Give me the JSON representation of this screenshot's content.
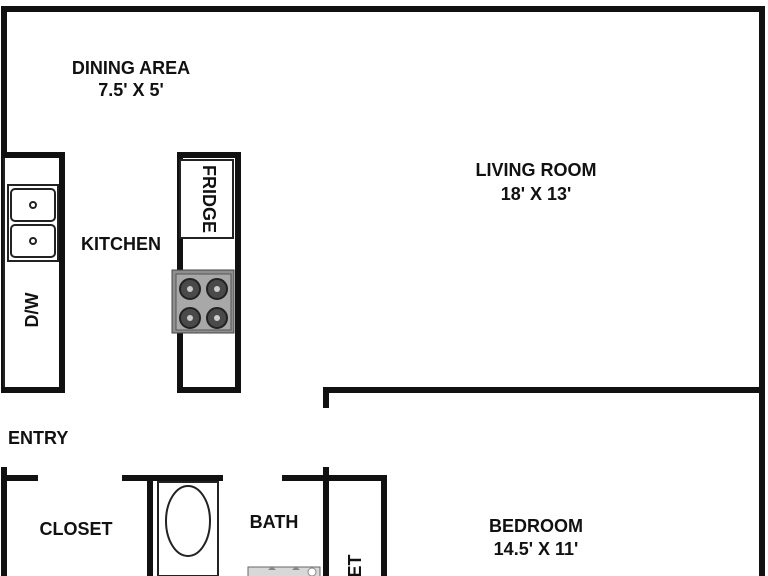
{
  "rooms": {
    "dining": {
      "name": "DINING AREA",
      "size": "7.5' X 5'"
    },
    "living": {
      "name": "LIVING ROOM",
      "size": "18' X 13'"
    },
    "kitchen": {
      "name": "KITCHEN"
    },
    "fridge": {
      "name": "FRIDGE"
    },
    "dishwasher": {
      "name": "D/W"
    },
    "entry": {
      "name": "ENTRY"
    },
    "closet": {
      "name": "CLOSET"
    },
    "bath": {
      "name": "BATH"
    },
    "bedroom": {
      "name": "BEDROOM",
      "size": "14.5' X 11'"
    },
    "bedroom_closet": {
      "name": "ET"
    }
  }
}
